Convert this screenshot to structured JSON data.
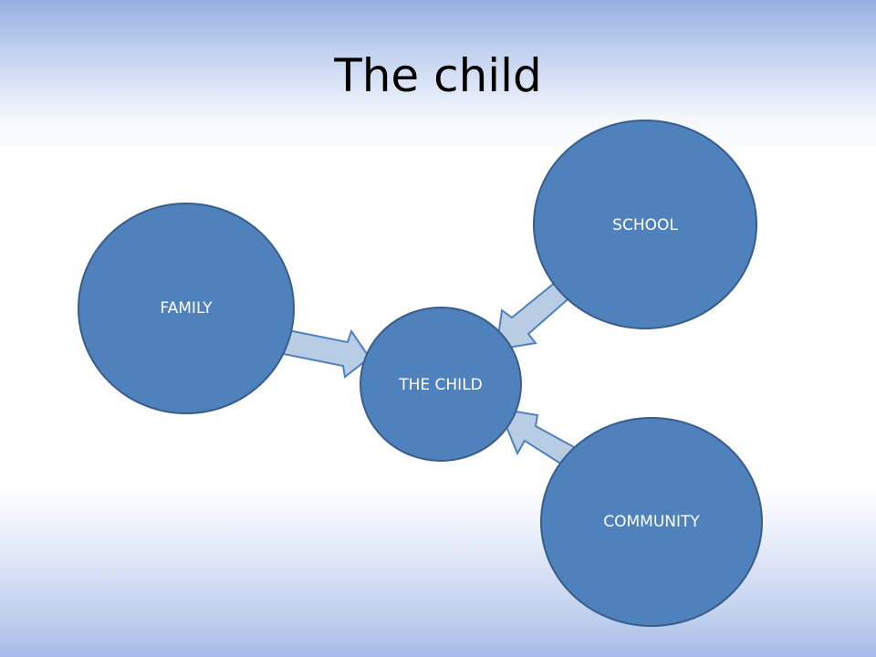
{
  "title": "The child",
  "colors": {
    "node_fill": "#4f81bd",
    "node_stroke": "#385d8a",
    "arrow_fill": "#b8cce4",
    "arrow_stroke": "#4f81bd",
    "label": "#ffffff"
  },
  "diagram": {
    "nodes": [
      {
        "id": "family",
        "label": "FAMILY"
      },
      {
        "id": "school",
        "label": "SCHOOL"
      },
      {
        "id": "child",
        "label": "THE CHILD"
      },
      {
        "id": "community",
        "label": "COMMUNITY"
      }
    ],
    "edges": [
      {
        "from": "family",
        "to": "child"
      },
      {
        "from": "school",
        "to": "child"
      },
      {
        "from": "community",
        "to": "child"
      }
    ]
  }
}
